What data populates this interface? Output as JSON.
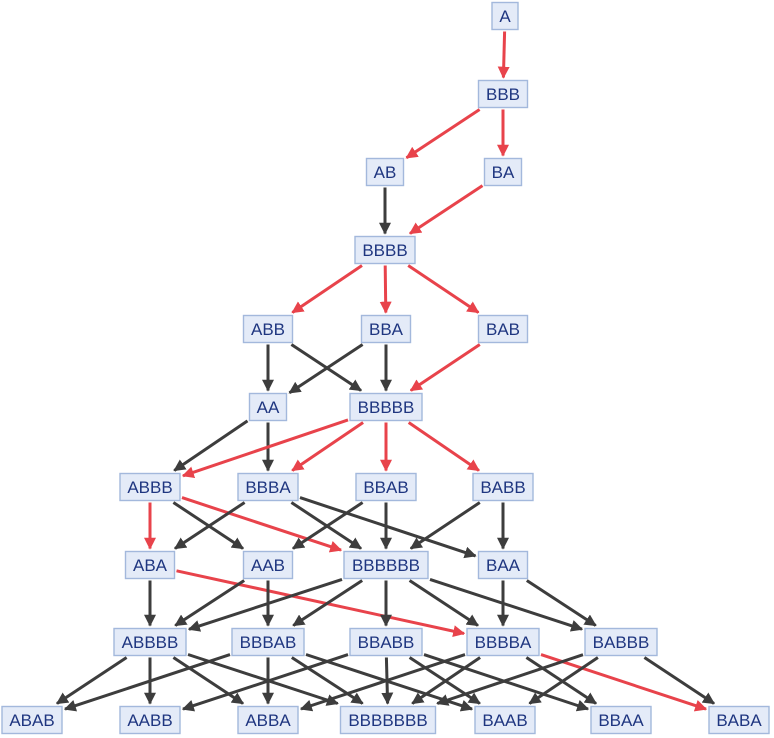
{
  "colors": {
    "background": "#ffffff",
    "node_fill": "#e4ebf8",
    "node_border": "#a3b8dc",
    "node_text": "#1f3680",
    "edge_default": "#3d3d3d",
    "edge_highlight": "#e8434b"
  },
  "nodes": [
    {
      "id": "n_A",
      "label": "A"
    },
    {
      "id": "n_BBB",
      "label": "BBB"
    },
    {
      "id": "n_AB",
      "label": "AB"
    },
    {
      "id": "n_BA",
      "label": "BA"
    },
    {
      "id": "n_BBBB",
      "label": "BBBB"
    },
    {
      "id": "n_ABB",
      "label": "ABB"
    },
    {
      "id": "n_BBA",
      "label": "BBA"
    },
    {
      "id": "n_BAB",
      "label": "BAB"
    },
    {
      "id": "n_AA",
      "label": "AA"
    },
    {
      "id": "n_BBBBB",
      "label": "BBBBB"
    },
    {
      "id": "n_ABBB",
      "label": "ABBB"
    },
    {
      "id": "n_BBBA",
      "label": "BBBA"
    },
    {
      "id": "n_BBAB",
      "label": "BBAB"
    },
    {
      "id": "n_BABB",
      "label": "BABB"
    },
    {
      "id": "n_ABA",
      "label": "ABA"
    },
    {
      "id": "n_AAB",
      "label": "AAB"
    },
    {
      "id": "n_BBBBBB",
      "label": "BBBBBB"
    },
    {
      "id": "n_BAA",
      "label": "BAA"
    },
    {
      "id": "n_ABBBB",
      "label": "ABBBB"
    },
    {
      "id": "n_BBBAB",
      "label": "BBBAB"
    },
    {
      "id": "n_BBABB",
      "label": "BBABB"
    },
    {
      "id": "n_BBBBA",
      "label": "BBBBA"
    },
    {
      "id": "n_BABBB",
      "label": "BABBB"
    },
    {
      "id": "n_ABAB",
      "label": "ABAB"
    },
    {
      "id": "n_AABB",
      "label": "AABB"
    },
    {
      "id": "n_ABBA",
      "label": "ABBA"
    },
    {
      "id": "n_BBBBBBB",
      "label": "BBBBBBB"
    },
    {
      "id": "n_BAAB",
      "label": "BAAB"
    },
    {
      "id": "n_BBAA",
      "label": "BBAA"
    },
    {
      "id": "n_BABA",
      "label": "BABA"
    }
  ],
  "edges": [
    {
      "from": "n_A",
      "to": "n_BBB",
      "highlight": true
    },
    {
      "from": "n_BBB",
      "to": "n_AB",
      "highlight": true
    },
    {
      "from": "n_BBB",
      "to": "n_BA",
      "highlight": true
    },
    {
      "from": "n_AB",
      "to": "n_BBBB",
      "highlight": false
    },
    {
      "from": "n_BA",
      "to": "n_BBBB",
      "highlight": true
    },
    {
      "from": "n_BBBB",
      "to": "n_ABB",
      "highlight": true
    },
    {
      "from": "n_BBBB",
      "to": "n_BBA",
      "highlight": true
    },
    {
      "from": "n_BBBB",
      "to": "n_BAB",
      "highlight": true
    },
    {
      "from": "n_ABB",
      "to": "n_AA",
      "highlight": false
    },
    {
      "from": "n_ABB",
      "to": "n_BBBBB",
      "highlight": false
    },
    {
      "from": "n_BBA",
      "to": "n_AA",
      "highlight": false
    },
    {
      "from": "n_BBA",
      "to": "n_BBBBB",
      "highlight": false
    },
    {
      "from": "n_BAB",
      "to": "n_BBBBB",
      "highlight": true
    },
    {
      "from": "n_AA",
      "to": "n_ABBB",
      "highlight": false
    },
    {
      "from": "n_AA",
      "to": "n_BBBA",
      "highlight": false
    },
    {
      "from": "n_BBBBB",
      "to": "n_ABBB",
      "highlight": true
    },
    {
      "from": "n_BBBBB",
      "to": "n_BBBA",
      "highlight": true
    },
    {
      "from": "n_BBBBB",
      "to": "n_BBAB",
      "highlight": true
    },
    {
      "from": "n_BBBBB",
      "to": "n_BABB",
      "highlight": true
    },
    {
      "from": "n_ABBB",
      "to": "n_ABA",
      "highlight": true
    },
    {
      "from": "n_ABBB",
      "to": "n_AAB",
      "highlight": false
    },
    {
      "from": "n_ABBB",
      "to": "n_BBBBBB",
      "highlight": true
    },
    {
      "from": "n_BBBA",
      "to": "n_ABA",
      "highlight": false
    },
    {
      "from": "n_BBBA",
      "to": "n_BBBBBB",
      "highlight": false
    },
    {
      "from": "n_BBBA",
      "to": "n_BAA",
      "highlight": false
    },
    {
      "from": "n_BBAB",
      "to": "n_AAB",
      "highlight": false
    },
    {
      "from": "n_BBAB",
      "to": "n_BBBBBB",
      "highlight": false
    },
    {
      "from": "n_BABB",
      "to": "n_BBBBBB",
      "highlight": false
    },
    {
      "from": "n_BABB",
      "to": "n_BAA",
      "highlight": false
    },
    {
      "from": "n_ABA",
      "to": "n_ABBBB",
      "highlight": false
    },
    {
      "from": "n_ABA",
      "to": "n_BBBBA",
      "highlight": true
    },
    {
      "from": "n_AAB",
      "to": "n_ABBBB",
      "highlight": false
    },
    {
      "from": "n_AAB",
      "to": "n_BBBAB",
      "highlight": false
    },
    {
      "from": "n_BBBBBB",
      "to": "n_ABBBB",
      "highlight": false
    },
    {
      "from": "n_BBBBBB",
      "to": "n_BBBAB",
      "highlight": false
    },
    {
      "from": "n_BBBBBB",
      "to": "n_BBABB",
      "highlight": false
    },
    {
      "from": "n_BBBBBB",
      "to": "n_BBBBA",
      "highlight": false
    },
    {
      "from": "n_BBBBBB",
      "to": "n_BABBB",
      "highlight": false
    },
    {
      "from": "n_BAA",
      "to": "n_BBBBA",
      "highlight": false
    },
    {
      "from": "n_BAA",
      "to": "n_BABBB",
      "highlight": false
    },
    {
      "from": "n_ABBBB",
      "to": "n_ABAB",
      "highlight": false
    },
    {
      "from": "n_ABBBB",
      "to": "n_AABB",
      "highlight": false
    },
    {
      "from": "n_ABBBB",
      "to": "n_ABBA",
      "highlight": false
    },
    {
      "from": "n_ABBBB",
      "to": "n_BBBBBBB",
      "highlight": false
    },
    {
      "from": "n_BBBAB",
      "to": "n_ABAB",
      "highlight": false
    },
    {
      "from": "n_BBBAB",
      "to": "n_ABBA",
      "highlight": false
    },
    {
      "from": "n_BBBAB",
      "to": "n_BBBBBBB",
      "highlight": false
    },
    {
      "from": "n_BBBAB",
      "to": "n_BAAB",
      "highlight": false
    },
    {
      "from": "n_BBABB",
      "to": "n_AABB",
      "highlight": false
    },
    {
      "from": "n_BBABB",
      "to": "n_BBBBBBB",
      "highlight": false
    },
    {
      "from": "n_BBABB",
      "to": "n_BAAB",
      "highlight": false
    },
    {
      "from": "n_BBABB",
      "to": "n_BBAA",
      "highlight": false
    },
    {
      "from": "n_BBBBA",
      "to": "n_ABBA",
      "highlight": false
    },
    {
      "from": "n_BBBBA",
      "to": "n_BBBBBBB",
      "highlight": false
    },
    {
      "from": "n_BBBBA",
      "to": "n_BBAA",
      "highlight": false
    },
    {
      "from": "n_BBBBA",
      "to": "n_BABA",
      "highlight": true
    },
    {
      "from": "n_BABBB",
      "to": "n_BBBBBBB",
      "highlight": false
    },
    {
      "from": "n_BABBB",
      "to": "n_BAAB",
      "highlight": false
    },
    {
      "from": "n_BABBB",
      "to": "n_BABA",
      "highlight": false
    }
  ]
}
